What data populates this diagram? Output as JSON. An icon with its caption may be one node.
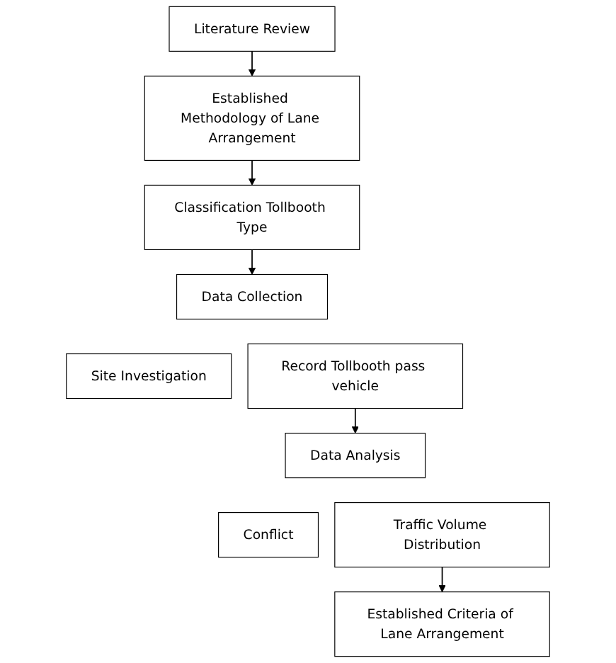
{
  "diagram": {
    "nodes": [
      {
        "text": [
          "Literature Review"
        ]
      },
      {
        "text": [
          "Established Methodology of Lane Arrangement"
        ]
      },
      {
        "text": [
          "Classification Tollbooth Type"
        ]
      },
      {
        "text": [
          "Data Collection"
        ]
      },
      {
        "text": [
          "Site Investigation"
        ]
      },
      {
        "text": [
          "Record Tollbooth pass vehicle"
        ]
      },
      {
        "text": [
          "Data Analysis"
        ]
      },
      {
        "text": [
          "Conflict"
        ]
      },
      {
        "text": [
          "Traffic Volume Distribution"
        ]
      },
      {
        "text": [
          "Established Criteria of Lane Arrangement"
        ]
      }
    ],
    "edges": [
      {
        "from": 0,
        "to": 1,
        "arrow": "to"
      },
      {
        "from": 1,
        "to": 2,
        "arrow": "to"
      },
      {
        "from": 2,
        "to": 3,
        "arrow": "to"
      },
      {
        "from": 5,
        "to": 6,
        "arrow": "to"
      },
      {
        "from": 8,
        "to": 9,
        "arrow": "to"
      }
    ]
  }
}
